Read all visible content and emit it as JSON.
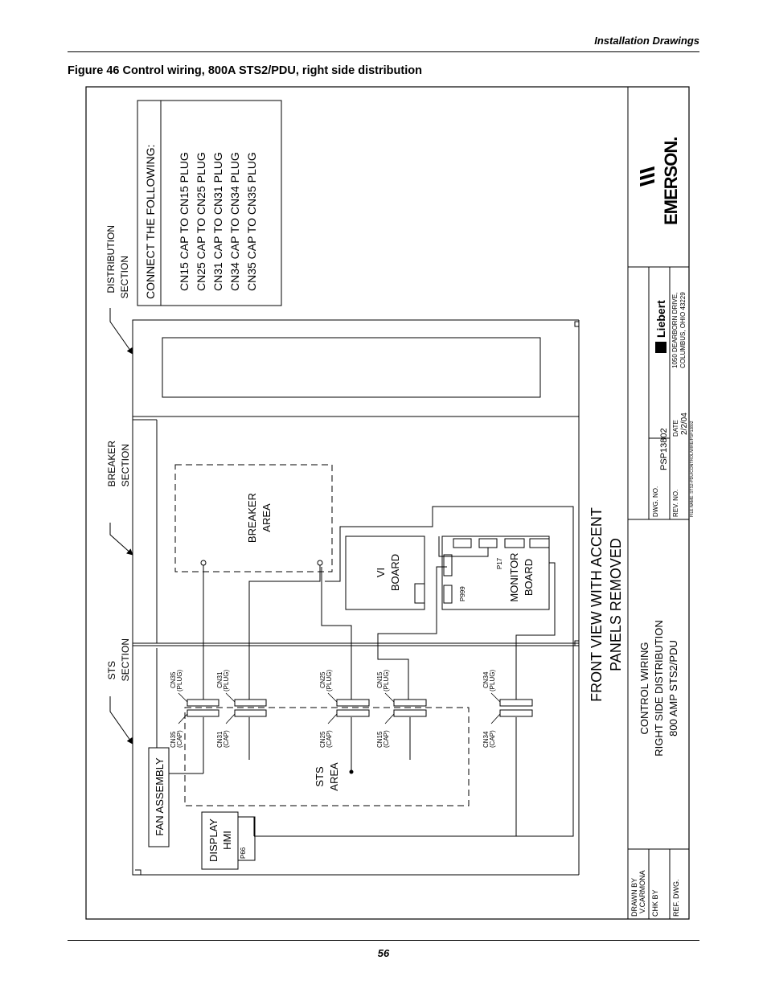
{
  "header": {
    "section_title": "Installation Drawings"
  },
  "figure": {
    "caption": "Figure 46  Control wiring, 800A STS2/PDU, right side distribution"
  },
  "notes": {
    "title": "CONNECT THE FOLLOWING:",
    "items": [
      "CN15 CAP TO CN15 PLUG",
      "CN25 CAP TO CN25 PLUG",
      "CN31 CAP TO CN31 PLUG",
      "CN34 CAP TO CN34 PLUG",
      "CN35 CAP TO CN35 PLUG"
    ]
  },
  "sections": {
    "distribution": [
      "DISTRIBUTION",
      "SECTION"
    ],
    "breaker": [
      "BREAKER",
      "SECTION"
    ],
    "sts": [
      "STS",
      "SECTION"
    ]
  },
  "areas": {
    "breaker": [
      "BREAKER",
      "AREA"
    ],
    "sts": [
      "STS",
      "AREA"
    ]
  },
  "boards": {
    "vi": [
      "VI",
      "BOARD"
    ],
    "monitor": [
      "MONITOR",
      "BOARD"
    ],
    "p17": "P17",
    "p999": "P999"
  },
  "connectors": {
    "plugs": [
      [
        "CN35",
        "(PLUG)"
      ],
      [
        "CN31",
        "(PLUG)"
      ],
      [
        "CN25",
        "(PLUG)"
      ],
      [
        "CN15",
        "(PLUG)"
      ],
      [
        "CN34",
        "(PLUG)"
      ]
    ],
    "caps": [
      [
        "CN35",
        "(CAP)"
      ],
      [
        "CN31",
        "(CAP)"
      ],
      [
        "CN25",
        "(CAP)"
      ],
      [
        "CN15",
        "(CAP)"
      ],
      [
        "CN34",
        "(CAP)"
      ]
    ]
  },
  "components": {
    "fan_assembly": "FAN ASSEMBLY",
    "display": [
      "DISPLAY",
      "HMI"
    ],
    "p66": "P66"
  },
  "view_title": [
    "FRONT VIEW WITH ACCENT",
    "PANELS REMOVED"
  ],
  "title_block": {
    "title": [
      "CONTROL WIRING",
      "RIGHT SIDE DISTRIBUTION",
      "800 AMP STS2/PDU"
    ],
    "drawn_by_label": "DRAWN BY",
    "drawn_by": "V.CARMONA",
    "chk_by_label": "CHK BY",
    "ref_dwg_label": "REF. DWG.",
    "dwg_no_label": "DWG. NO.",
    "dwg_no": "PSP13802",
    "rev_no_label": "REV. NO.",
    "date_label": "DATE",
    "date": "2/2/04",
    "file_name": "FILE NAME:  STS2-PDU/CONTROL/WIRE/PSP13802",
    "company_logo": "Liebert",
    "address": [
      "1050 DEARBORN DRIVE,",
      "COLUMBUS, OHIO 43229"
    ],
    "brand": "EMERSON."
  },
  "footer": {
    "page_number": "56"
  }
}
